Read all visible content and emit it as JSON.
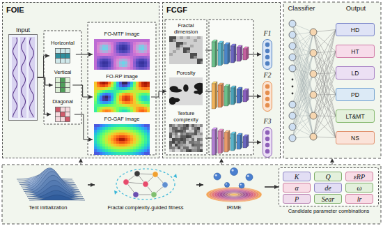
{
  "diagram": {
    "nodes": [
      {
        "text": [
          "FOIE"
        ]
      },
      {
        "text": [
          "Input"
        ],
        "in": 0
      },
      {
        "text": [
          "Horizontal"
        ],
        "in": 0
      },
      {
        "text": [
          "Vertical"
        ],
        "in": 0
      },
      {
        "text": [
          "Diagonal"
        ],
        "in": 0
      },
      {
        "text": [
          "FO-MTF image"
        ],
        "in": 0
      },
      {
        "text": [
          "FO-RP image"
        ],
        "in": 0
      },
      {
        "text": [
          "FO-GAF image"
        ],
        "in": 0
      },
      {
        "text": [
          "FCGF"
        ]
      },
      {
        "text": [
          "Fractal dimension"
        ],
        "in": 8
      },
      {
        "text": [
          "Porosity"
        ],
        "in": 8
      },
      {
        "text": [
          "Texture complexity"
        ],
        "in": 8
      },
      {
        "text": [
          "F1"
        ],
        "in": 8
      },
      {
        "text": [
          "F2"
        ],
        "in": 8
      },
      {
        "text": [
          "F3"
        ],
        "in": 8
      },
      {
        "text": [
          "HD"
        ]
      },
      {
        "text": [
          "HT"
        ]
      },
      {
        "text": [
          "LD"
        ]
      },
      {
        "text": [
          "PD"
        ]
      },
      {
        "text": [
          "LT&MT"
        ]
      },
      {
        "text": [
          "NS"
        ]
      },
      {
        "text": [
          "Tent initialization"
        ]
      },
      {
        "text": [
          "Fractal complexity-guided fitness"
        ]
      },
      {
        "text": [
          "IRIME"
        ]
      },
      {
        "text": [
          "Candidate parameter combinations"
        ]
      },
      {
        "text": [
          "K"
        ],
        "in": 24
      },
      {
        "text": [
          "Q"
        ],
        "in": 24
      },
      {
        "text": [
          "εRP"
        ],
        "in": 24
      },
      {
        "text": [
          "α"
        ],
        "in": 24
      },
      {
        "text": [
          "de"
        ],
        "in": 24
      },
      {
        "text": [
          "ω"
        ],
        "in": 24
      },
      {
        "text": [
          "P"
        ],
        "in": 24
      },
      {
        "text": [
          "Sear"
        ],
        "in": 24
      },
      {
        "text": [
          "lr"
        ],
        "in": 24
      }
    ],
    "edges": [
      {
        "from": 1,
        "to": 2,
        "arrow": "to"
      },
      {
        "from": 1,
        "to": 3,
        "arrow": "to"
      },
      {
        "from": 1,
        "to": 4,
        "arrow": "to"
      },
      {
        "from": 2,
        "to": 5,
        "arrow": "to"
      },
      {
        "from": 3,
        "to": 6,
        "arrow": "to"
      },
      {
        "from": 4,
        "to": 7,
        "arrow": "to"
      },
      {
        "from": 6,
        "to": 10,
        "arrow": "to"
      },
      {
        "from": 9,
        "to": 12,
        "arrow": "to"
      },
      {
        "from": 10,
        "to": 13,
        "arrow": "to"
      },
      {
        "from": 11,
        "to": 14,
        "arrow": "to"
      },
      {
        "from": 21,
        "to": 22,
        "arrow": "to"
      },
      {
        "from": 22,
        "to": 23,
        "arrow": "to"
      },
      {
        "from": 23,
        "to": 24,
        "arrow": "to"
      }
    ],
    "labels": [
      "Classifier",
      "Output"
    ]
  }
}
